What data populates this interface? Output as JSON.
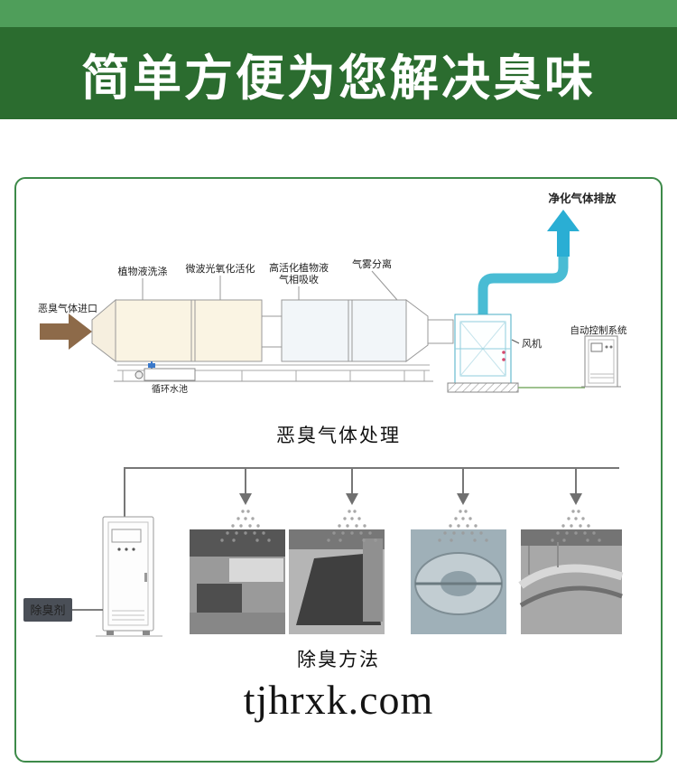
{
  "banner": {
    "title": "简单方便为您解决臭味"
  },
  "process_diagram": {
    "caption": "恶臭气体处理",
    "labels": {
      "inlet": "恶臭气体进口",
      "wash": "植物液洗涤",
      "microwave": "微波光氧化活化",
      "absorb_line1": "高活化植物液",
      "absorb_line2": "气相吸收",
      "mist_separation": "气雾分离",
      "fan": "风机",
      "auto_control": "自动控制系统",
      "outlet": "净化气体排放",
      "pool": "循环水池"
    }
  },
  "method_diagram": {
    "caption": "除臭方法",
    "labels": {
      "deodorant": "除臭剂"
    }
  },
  "watermark": "tjhrxk.com",
  "colors": {
    "strip_green": "#4f9e5a",
    "banner_green": "#2b6c2f",
    "border_green": "#3d8a49",
    "pipe_cyan": "#49bcd4",
    "arrow_cyan": "#2aaed4",
    "inlet_brown": "#8d6a49",
    "valve_blue": "#3a78c9",
    "deodorant_box": "#4a4f57"
  }
}
